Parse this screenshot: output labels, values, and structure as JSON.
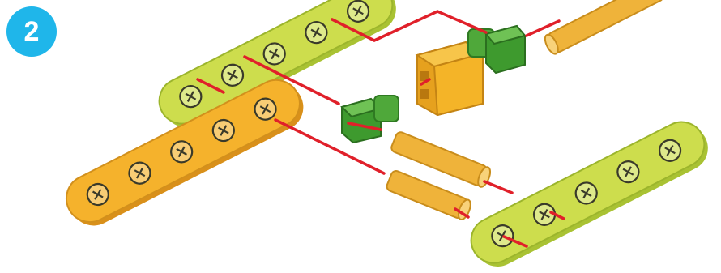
{
  "step": {
    "number": "2",
    "badge_color": "#1fb6ea"
  },
  "colors": {
    "lime_beam": "#c9dc4a",
    "orange_beam": "#f2b22a",
    "connector_green": "#4fa83a",
    "block_orange": "#f4b428",
    "axle_orange": "#efb33a",
    "guide_line": "#e0202a"
  },
  "parts": [
    {
      "name": "lime-beam",
      "holes": 5,
      "color": "lime"
    },
    {
      "name": "orange-beam",
      "holes": 5,
      "color": "orange"
    },
    {
      "name": "lime-beam",
      "holes": 5,
      "color": "lime"
    },
    {
      "name": "green-connector",
      "color": "green"
    },
    {
      "name": "green-connector",
      "color": "green"
    },
    {
      "name": "orange-block",
      "color": "orange"
    },
    {
      "name": "axle",
      "color": "orange"
    },
    {
      "name": "axle",
      "color": "orange"
    },
    {
      "name": "axle",
      "color": "orange"
    }
  ]
}
